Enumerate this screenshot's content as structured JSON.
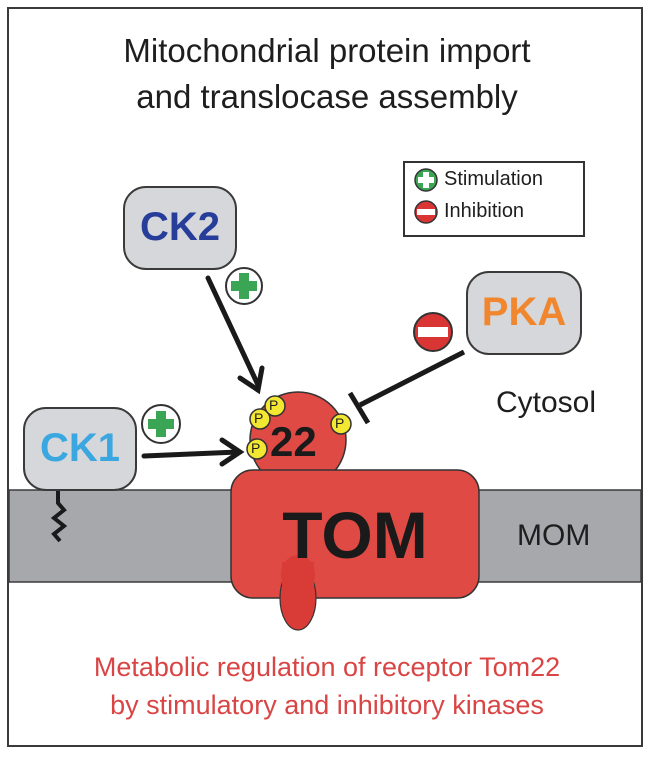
{
  "title": {
    "line1": "Mitochondrial protein import",
    "line2": "and translocase assembly"
  },
  "legend": {
    "items": [
      {
        "label": "Stimulation",
        "icon": "plus-circle-icon",
        "color": "#3aa655"
      },
      {
        "label": "Inhibition",
        "icon": "minus-circle-icon",
        "color": "#d93535"
      }
    ]
  },
  "kinases": {
    "ck2": {
      "label": "CK2",
      "color": "#263e9a",
      "effect": "stimulation"
    },
    "ck1": {
      "label": "CK1",
      "color": "#3aa7e0",
      "effect": "stimulation"
    },
    "pka": {
      "label": "PKA",
      "color": "#f0872f",
      "effect": "inhibition"
    }
  },
  "receptor": {
    "label": "22",
    "phospho_label": "P",
    "phospho_count": 4
  },
  "complex": {
    "label": "TOM"
  },
  "compartments": {
    "cytosol": "Cytosol",
    "membrane": "MOM"
  },
  "caption": {
    "line1": "Metabolic regulation of receptor Tom22",
    "line2": "by stimulatory and inhibitory kinases"
  },
  "colors": {
    "stimulation": "#3aa655",
    "inhibition": "#d93535",
    "tom": "#e04a44",
    "membrane": "#a7a8ab",
    "kinase_box": "#d6d7da",
    "phospho": "#f2e832"
  }
}
